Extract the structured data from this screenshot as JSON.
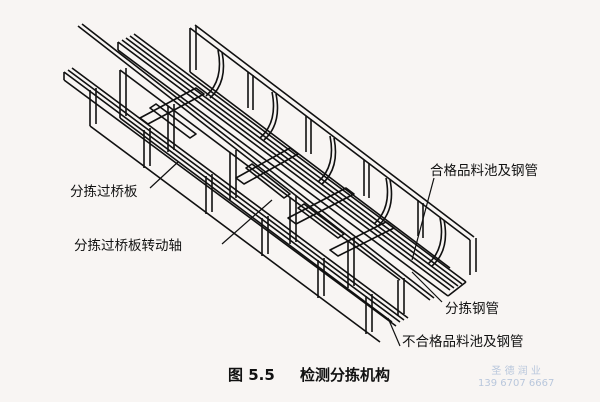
{
  "figure": {
    "number": "图 5.5",
    "title": "检测分拣机构"
  },
  "labels": {
    "bridge_plate": "分拣过桥板",
    "bridge_plate_shaft": "分拣过桥板转动轴",
    "qualified_pool": "合格品料池及钢管",
    "sorting_pipe": "分拣钢管",
    "unqualified_pool": "不合格品料池及钢管"
  },
  "watermark": {
    "line1": "圣 德 润 业",
    "line2": "139 6707 6667"
  },
  "colors": {
    "ink": "#111111",
    "paper": "#f8f5f3",
    "watermark": "#b9c7dc"
  }
}
